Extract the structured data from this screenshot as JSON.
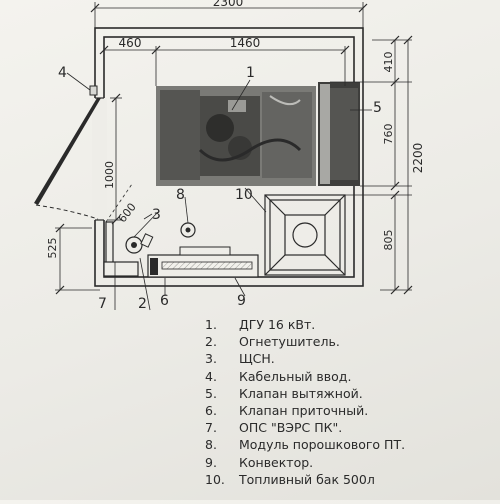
{
  "dimensions": {
    "overall_width": "2300",
    "left_offset": "460",
    "dgu_width": "1460",
    "top_offset_right": "410",
    "dgu_depth": "760",
    "overall_height": "2200",
    "lower_right": "805",
    "cable_height": "1000",
    "door_width": "600",
    "lower_left": "525"
  },
  "callouts": {
    "c1": "1",
    "c2": "2",
    "c3": "3",
    "c4": "4",
    "c5": "5",
    "c6": "6",
    "c7": "7",
    "c8": "8",
    "c9": "9",
    "c10": "10"
  },
  "legend": [
    {
      "num": "1.",
      "text": "ДГУ 16 кВт."
    },
    {
      "num": "2.",
      "text": "Огнетушитель."
    },
    {
      "num": "3.",
      "text": "ЩСН."
    },
    {
      "num": "4.",
      "text": "Кабельный ввод."
    },
    {
      "num": "5.",
      "text": "Клапан вытяжной."
    },
    {
      "num": "6.",
      "text": "Клапан приточный."
    },
    {
      "num": "7.",
      "text": "ОПС \"ВЭРС ПК\"."
    },
    {
      "num": "8.",
      "text": "Модуль порошкового ПТ."
    },
    {
      "num": "9.",
      "text": "Конвектор."
    },
    {
      "num": "10.",
      "text": "Топливный бак 500л"
    }
  ],
  "colors": {
    "paper": "#eeede8",
    "ink": "#2a2a2a",
    "photo_dark": "#3a3a3a"
  }
}
